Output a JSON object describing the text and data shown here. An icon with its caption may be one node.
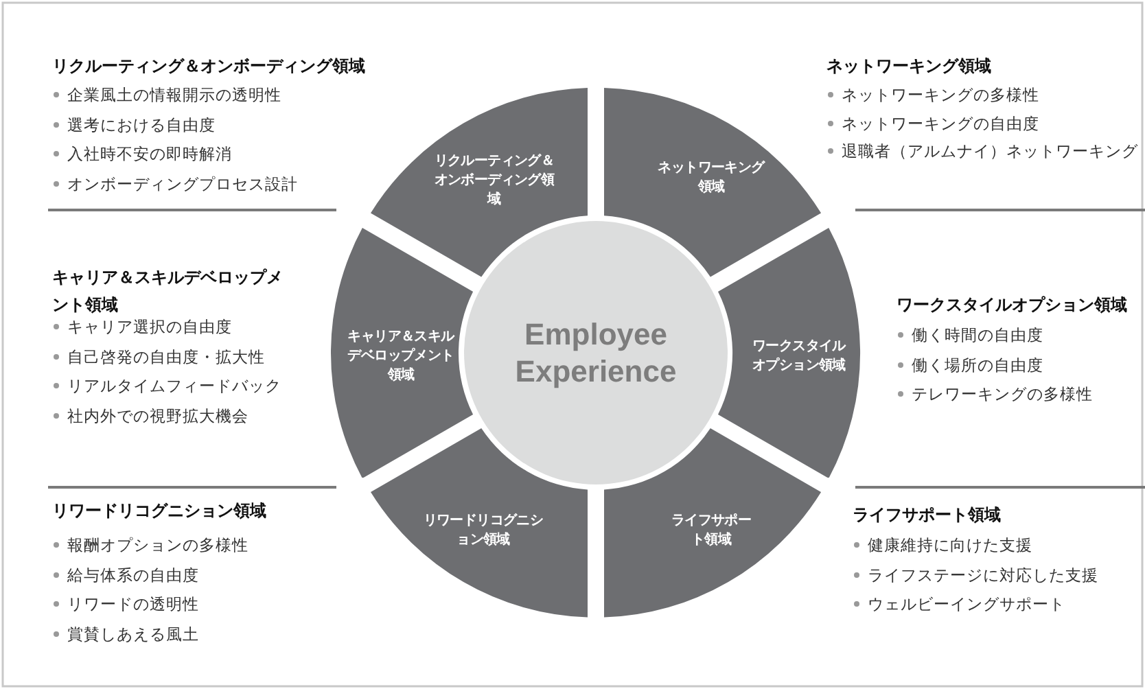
{
  "diagram": {
    "nodes": [
      {
        "text": [
          "リクルーティング＆オンボーディング領域"
        ]
      },
      {
        "text": [
          "ネットワーキング領域"
        ]
      },
      {
        "text": [
          "キャリア＆スキルデベロップメント領域"
        ]
      },
      {
        "text": [
          "Employee Experience"
        ]
      },
      {
        "text": [
          "ワークスタイルオプション領域"
        ]
      },
      {
        "text": [
          "リワードリコグニション領域"
        ]
      },
      {
        "text": [
          "ライフサポート領域"
        ]
      }
    ],
    "labels": [
      "リクルーティング＆オンボーディング領域",
      "企業風土の情報開示の透明性",
      "選考における自由度",
      "入社時不安の即時解消",
      "オンボーディングプロセス設計",
      "ネットワーキング領域",
      "ネットワーキングの多様性",
      "ネットワーキングの自由度",
      "退職者（アルムナイ）ネットワーキング",
      "キャリア＆スキルデベロップメント領域",
      "キャリア選択の自由度",
      "自己啓発の自由度・拡大性",
      "リアルタイムフィードバック",
      "社内外での視野拡大機会",
      "ワークスタイルオプション領域",
      "働く時間の自由度",
      "働く場所の自由度",
      "テレワーキングの多様性",
      "リワードリコグニション領域",
      "報酬オプションの多様性",
      "給与体系の自由度",
      "リワードの透明性",
      "賞賛しあえる風土",
      "ライフサポート領域",
      "健康維持に向けた支援",
      "ライフステージに対応した支援",
      "ウェルビーイングサポート"
    ]
  }
}
